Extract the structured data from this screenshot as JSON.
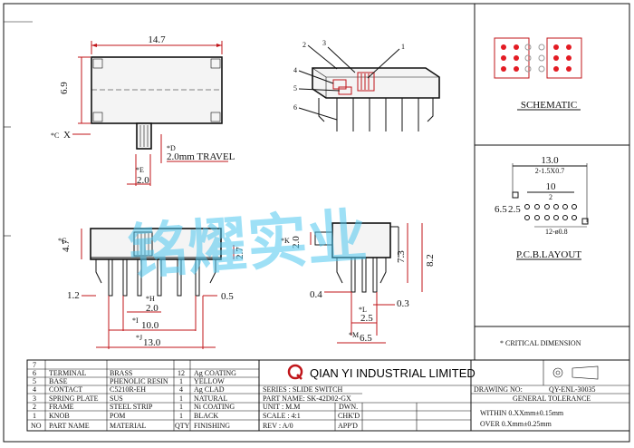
{
  "views": {
    "top": {
      "width": "14.7",
      "height": "6.9",
      "c_mark": "*C",
      "x_mark": "X",
      "d_mark": "*D",
      "travel": "2.0mm TRAVEL",
      "e_mark": "*E",
      "e_value": "2.0"
    },
    "iso": {
      "callouts": [
        "1",
        "2",
        "3",
        "4",
        "5",
        "6"
      ]
    },
    "front": {
      "g_mark": "*G",
      "g_value": "4.7",
      "i_value": "2.7",
      "left_dim": "1.2",
      "right_dim": "0.5",
      "h_mark": "*H",
      "h_value": "2.0",
      "i_mark": "*I",
      "i_span": "10.0",
      "j_mark": "*J",
      "j_span": "13.0"
    },
    "side": {
      "k_mark": "*K",
      "k_value": "2.0",
      "h_7_3": "7.3",
      "h_8_2": "8.2",
      "d_0_4": "0.4",
      "d_0_3": "0.3",
      "l_mark": "*L",
      "l_value": "2.5",
      "m_mark": "*M",
      "m_value": "6.5"
    }
  },
  "schematic": {
    "title": "SCHEMATIC"
  },
  "pcb": {
    "title": "P.C.B.LAYOUT",
    "w13": "13.0",
    "holes": "2-1.5X0.7",
    "w10": "10",
    "w2": "2",
    "h6_5": "6.5",
    "h2_5": "2.5",
    "pin": "12-ø0.8"
  },
  "critical_note": "* CRITICAL  DIMENSION",
  "watermark": "铭燿实业",
  "title_block": {
    "company": "QIAN YI INDUSTRIAL LIMITED",
    "series": "SERIES : SLIDE SWITCH",
    "part_name": "PART NAME: SK-42D02-GX",
    "unit": "UNIT : M.M",
    "scale": "SCALE : 4:1",
    "rev": "REV   : A/0",
    "dwn": "DWN.",
    "chkd": "CHK'D",
    "appd": "APP'D",
    "drawing_no_label": "DRAWING NO:",
    "drawing_no": "QY-ENL-30035",
    "tolerance_title": "GENERAL TOLERANCE",
    "tol_within": "WITHIN  0.XXmm±0.15mm",
    "tol_over": "OVER    0.Xmm±0.25mm"
  },
  "bom": {
    "header": [
      "NO",
      "PART NAME",
      "MATERIAL",
      "QTY",
      "FINISHING"
    ],
    "rows": [
      [
        "7",
        "",
        "",
        "",
        ""
      ],
      [
        "6",
        "TERMINAL",
        "BRASS",
        "12",
        "Ag COATING"
      ],
      [
        "5",
        "BASE",
        "PHENOLIC RESIN",
        "1",
        "YELLOW"
      ],
      [
        "4",
        "CONTACT",
        "C5210R-EH",
        "4",
        "Ag CLAD"
      ],
      [
        "3",
        "SPRING PLATE",
        "SUS",
        "1",
        "NATURAL"
      ],
      [
        "2",
        "FRAME",
        "STEEL STRIP",
        "1",
        "Ni COATING"
      ],
      [
        "1",
        "KNOB",
        "POM",
        "1",
        "BLACK"
      ]
    ]
  }
}
